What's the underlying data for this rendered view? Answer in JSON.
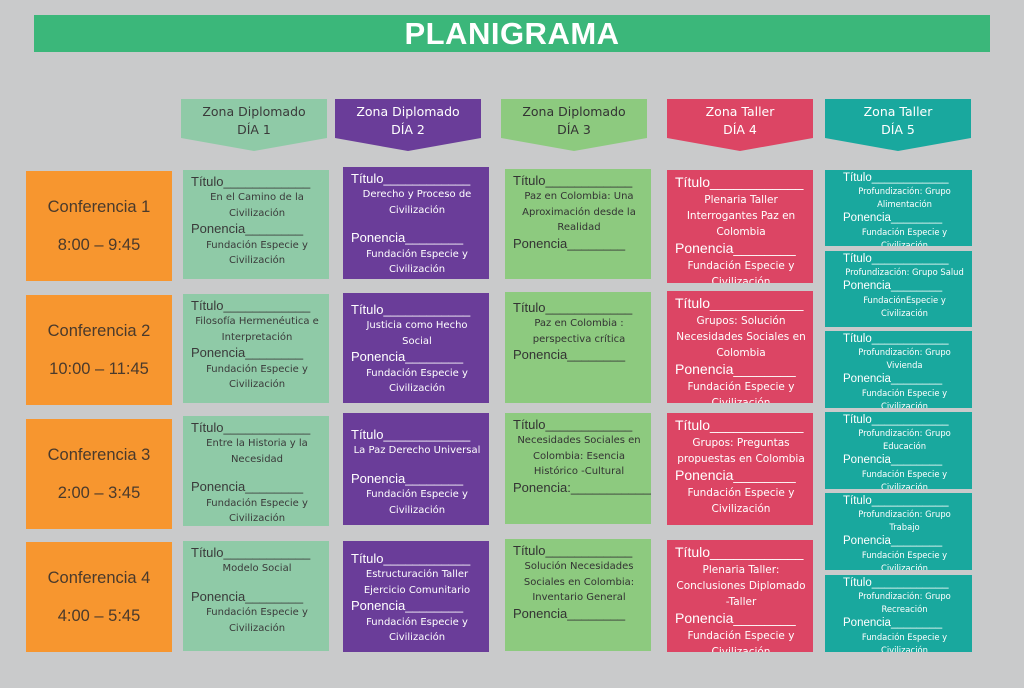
{
  "title": "PLANIGRAMA",
  "labels": {
    "titulo": "Título",
    "ponencia": "Ponencia"
  },
  "colors": {
    "background": "#c9cacb",
    "title_bar": "#3bb77a",
    "conference": "#f7962f",
    "day1": "#8fcaa7",
    "day2": "#6a3d99",
    "day3": "#8dca7f",
    "day4": "#dc4564",
    "day5": "#19a89e"
  },
  "days": [
    {
      "zone": "Zona Diplomado",
      "day": "DÍA 1"
    },
    {
      "zone": "Zona Diplomado",
      "day": "DÍA 2"
    },
    {
      "zone": "Zona Diplomado",
      "day": "DÍA 3"
    },
    {
      "zone": "Zona Taller",
      "day": "DÍA 4"
    },
    {
      "zone": "Zona Taller",
      "day": "DÍA 5"
    }
  ],
  "conferences": [
    {
      "name": "Conferencia 1",
      "time": "8:00 – 9:45"
    },
    {
      "name": "Conferencia 2",
      "time": "10:00 – 11:45"
    },
    {
      "name": "Conferencia 3",
      "time": "2:00 – 3:45"
    },
    {
      "name": "Conferencia 4",
      "time": "4:00 – 5:45"
    }
  ],
  "day1": [
    {
      "title": "En el Camino de la Civilización",
      "speaker": "Fundación Especie y Civilización"
    },
    {
      "title": "Filosofía Hermenéutica e Interpretación",
      "speaker": "Fundación Especie y Civilización"
    },
    {
      "title": "Entre la Historia y la Necesidad",
      "speaker": "Fundación Especie y Civilización"
    },
    {
      "title": "Modelo Social",
      "speaker": "Fundación Especie y Civilización"
    }
  ],
  "day2": [
    {
      "title": "Derecho y Proceso de Civilización",
      "speaker": "Fundación Especie y Civilización"
    },
    {
      "title": "Justicia como Hecho Social",
      "speaker": "Fundación Especie y Civilización"
    },
    {
      "title": "La Paz Derecho Universal",
      "speaker": "Fundación Especie y Civilización"
    },
    {
      "title": "Estructuración Taller Ejercicio Comunitario",
      "speaker": "Fundación Especie y Civilización"
    }
  ],
  "day3": [
    {
      "title": "Paz en Colombia: Una Aproximación desde la Realidad"
    },
    {
      "title": "Paz en Colombia : perspectiva crítica"
    },
    {
      "title": "Necesidades Sociales en Colombia: Esencia Histórico -Cultural",
      "ponencia_label": "Ponencia:"
    },
    {
      "title": "Solución Necesidades Sociales en Colombia: Inventario General"
    }
  ],
  "day4": [
    {
      "title": "Plenaria Taller Interrogantes Paz en Colombia",
      "speaker": "Fundación Especie y Civilización"
    },
    {
      "title": "Grupos: Solución Necesidades Sociales en Colombia",
      "speaker": "Fundación Especie y Civilización"
    },
    {
      "title": "Grupos: Preguntas propuestas en Colombia",
      "speaker": "Fundación Especie y Civilización"
    },
    {
      "title": "Plenaria Taller: Conclusiones Diplomado -Taller",
      "speaker": "Fundación Especie y Civilización"
    }
  ],
  "day5": [
    {
      "title": "Profundización: Grupo Alimentación",
      "speaker": "Fundación Especie y Civilización"
    },
    {
      "title": "Profundización: Grupo Salud",
      "speaker": "FundaciónEspecie y Civilización"
    },
    {
      "title": "Profundización: Grupo Vivienda",
      "speaker": "Fundación Especie y Civilización"
    },
    {
      "title": "Profundización: Grupo Educación",
      "speaker": "Fundación Especie y Civilización"
    },
    {
      "title": "Profundización: Grupo Trabajo",
      "speaker": "Fundación Especie y Civilización"
    },
    {
      "title": "Profundización: Grupo Recreación",
      "speaker": "Fundación Especie y Civilización"
    }
  ]
}
